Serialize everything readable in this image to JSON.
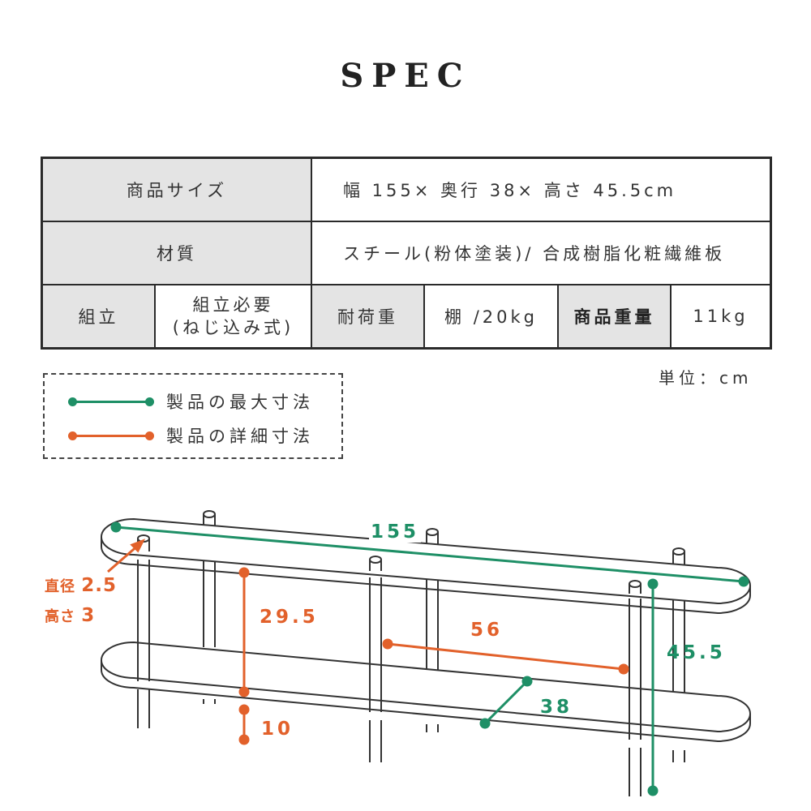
{
  "title": "SPEC",
  "table": {
    "size_label": "商品サイズ",
    "size_value": "幅 155× 奥行 38× 高さ 45.5cm",
    "material_label": "材質",
    "material_value": "スチール(粉体塗装)/ 合成樹脂化粧繊維板",
    "assembly_label": "組立",
    "assembly_value_1": "組立必要",
    "assembly_value_2": "(ねじ込み式)",
    "load_label": "耐荷重",
    "load_value": "棚 /20kg",
    "weight_label": "商品重量",
    "weight_value": "11kg"
  },
  "unit": "単位：cm",
  "legend": {
    "max": "製品の最大寸法",
    "detail": "製品の詳細寸法"
  },
  "colors": {
    "max": "#1e8f66",
    "detail": "#e2612b"
  },
  "dimensions": {
    "width": "155",
    "diameter_label": "直径",
    "diameter": "2.5",
    "height_label": "高さ",
    "height_small": "3",
    "shelf_gap": "29.5",
    "inner": "56",
    "height": "45.5",
    "depth": "38",
    "floor": "10"
  }
}
